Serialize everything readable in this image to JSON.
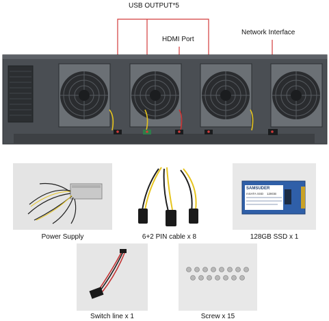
{
  "callouts": {
    "usb": "USB OUTPUT*5",
    "hdmi": "HDMI Port",
    "network": "Network Interface"
  },
  "accessories": {
    "psu": "Power Supply",
    "cable": "6+2 PIN cable x 8",
    "ssd": "128GB SSD x 1",
    "switch": "Switch line x 1",
    "screw": "Screw x 15"
  },
  "ssd_card": {
    "brand": "SAMSUDER",
    "line1": "mSATA SSD",
    "line2": "128GB"
  },
  "colors": {
    "callout_line": "#d23a3a",
    "chassis": "#4f5358",
    "fan_frame": "#6b7075",
    "panel_bg": "#e8e8e8",
    "ssd_blue": "#2f5fa8",
    "wire_yellow": "#e6c41e"
  }
}
